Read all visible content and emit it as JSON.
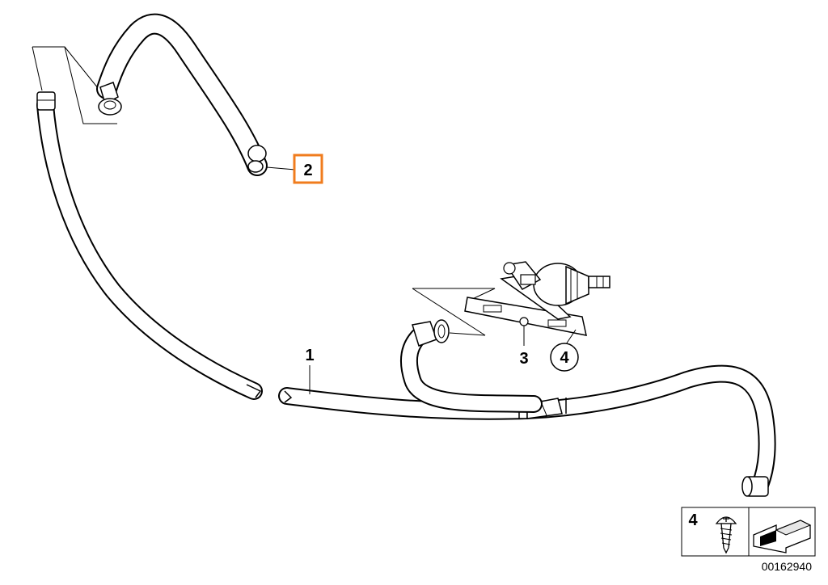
{
  "diagram": {
    "callouts": {
      "part_1": "1",
      "part_2": "2",
      "part_3": "3",
      "part_4": "4"
    },
    "legend": {
      "item_number": "4",
      "screw_icon": "screw-icon",
      "arrow_icon": "direction-arrow-icon"
    },
    "image_number": "00162940",
    "highlight_color": "#f07c1e"
  }
}
